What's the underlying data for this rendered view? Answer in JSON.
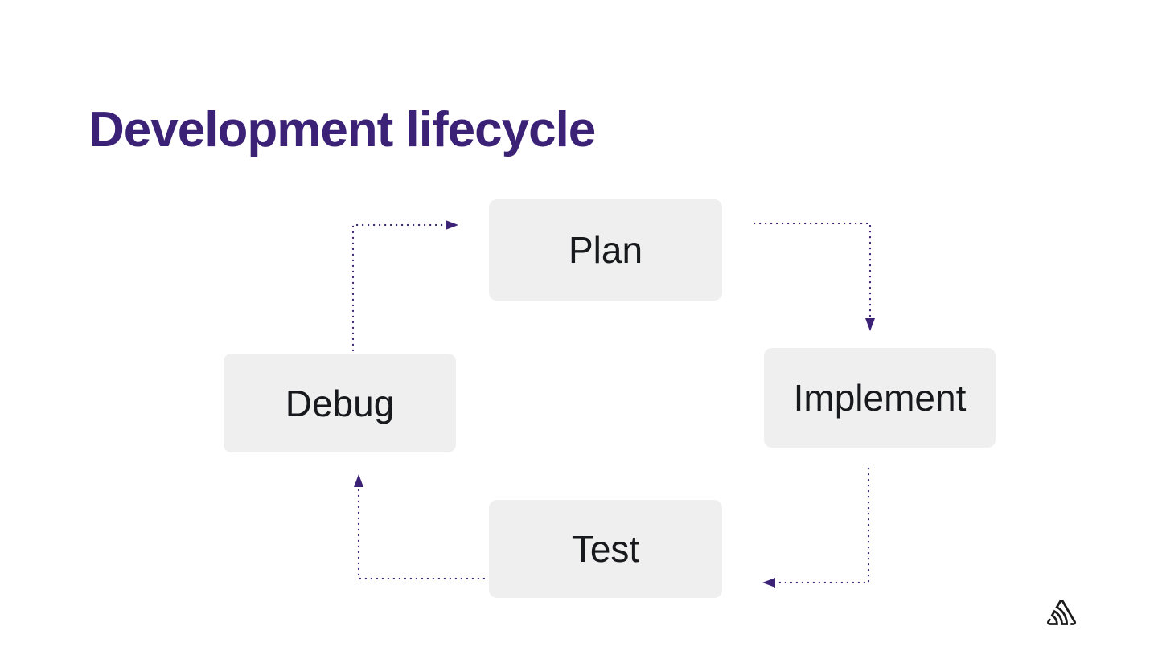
{
  "slide": {
    "title": "Development lifecycle",
    "background_color": "#ffffff",
    "title_color": "#3b2276"
  },
  "diagram": {
    "type": "cycle",
    "nodes": [
      {
        "id": "plan",
        "label": "Plan"
      },
      {
        "id": "implement",
        "label": "Implement"
      },
      {
        "id": "test",
        "label": "Test"
      },
      {
        "id": "debug",
        "label": "Debug"
      }
    ],
    "edges": [
      {
        "from": "plan",
        "to": "implement",
        "style": "dotted-arrow"
      },
      {
        "from": "implement",
        "to": "test",
        "style": "dotted-arrow"
      },
      {
        "from": "test",
        "to": "debug",
        "style": "dotted-arrow"
      },
      {
        "from": "debug",
        "to": "plan",
        "style": "dotted-arrow"
      }
    ],
    "node_background_color": "#efefef",
    "node_text_color": "#17191c",
    "arrow_color": "#3b2276"
  },
  "footer": {
    "logo_icon": "sentry-logo",
    "logo_color": "#1a1a1a"
  }
}
